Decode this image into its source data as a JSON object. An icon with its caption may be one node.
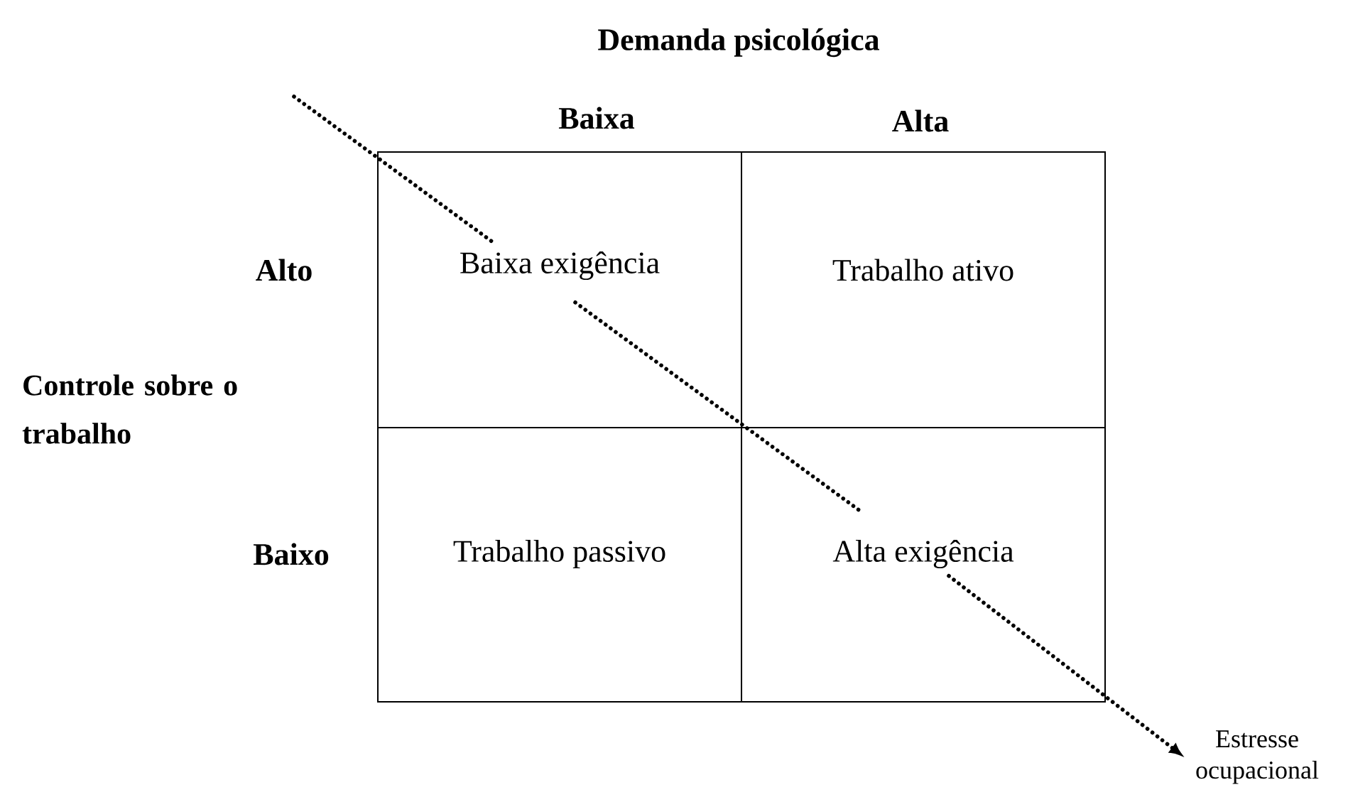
{
  "diagram": {
    "title": "Demanda psicológica",
    "nodes": [
      {
        "text": [
          "Baixa exigência"
        ]
      },
      {
        "text": [
          "Trabalho ativo"
        ]
      },
      {
        "text": [
          "Trabalho passivo"
        ]
      },
      {
        "text": [
          "Alta exigência"
        ]
      },
      {
        "text": [
          "Estresse ocupacional"
        ]
      }
    ],
    "edges": [
      {
        "from": null,
        "to": 4,
        "arrow": "to",
        "style": "dashed"
      }
    ],
    "labels": [
      "Baixa",
      "Alta",
      "Alto",
      "Controle sobre o trabalho",
      "Baixo"
    ]
  }
}
